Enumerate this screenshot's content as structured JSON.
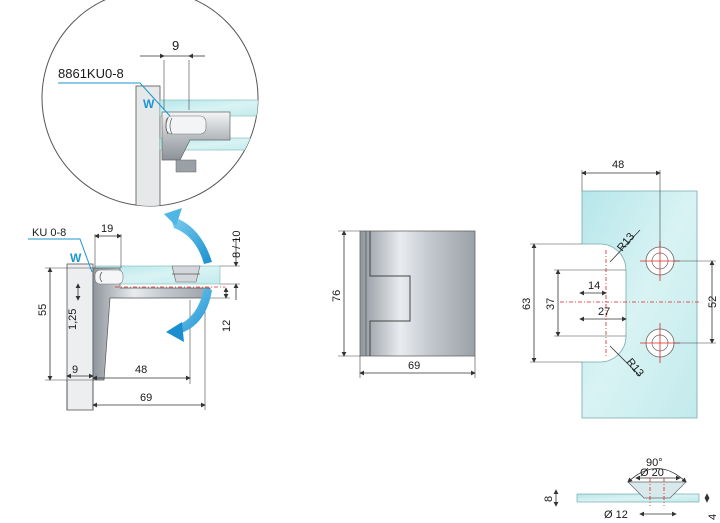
{
  "callout": {
    "part_code": "8861KU0-8",
    "dim_top": "9",
    "seal_letter": "W"
  },
  "side_view": {
    "part_code": "KU 0-8",
    "seal_letter": "W",
    "dim_19": "19",
    "dim_8_10": "8 / 10",
    "dim_55": "55",
    "dim_1_25": "1,25",
    "dim_12": "12",
    "dim_9": "9",
    "dim_48": "48",
    "dim_69": "69"
  },
  "front_view": {
    "dim_76": "76",
    "dim_69": "69"
  },
  "plate_view": {
    "dim_48": "48",
    "dim_r13_top": "R13",
    "dim_r13_bottom": "R13",
    "dim_63": "63",
    "dim_37": "37",
    "dim_14": "14",
    "dim_27": "27",
    "dim_52": "52"
  },
  "section_view": {
    "angle": "90°",
    "dim_d20": "Ø 20",
    "dim_d12": "Ø 12",
    "dim_8": "8",
    "dim_4": "4"
  },
  "colors": {
    "glass": "#c8ecee",
    "metal": "#c9cdd2",
    "accent": "#1a96d2",
    "centerline": "#e0241c"
  }
}
